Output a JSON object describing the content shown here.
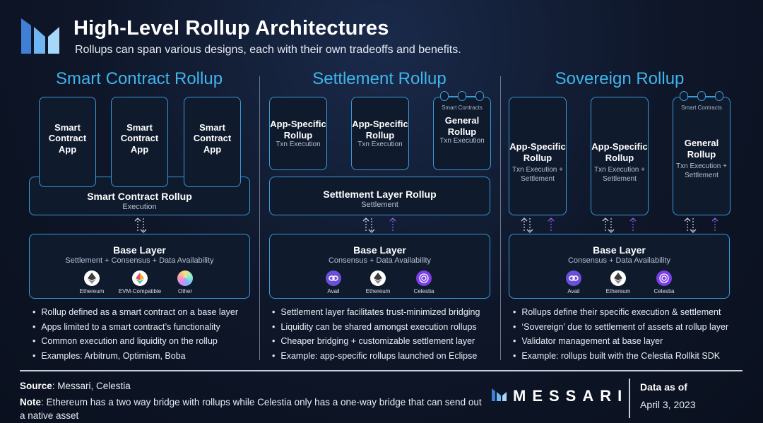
{
  "header": {
    "title": "High-Level Rollup Architectures",
    "subtitle": "Rollups can span various designs, each with their own tradeoffs and benefits."
  },
  "columns": [
    {
      "title": "Smart Contract Rollup",
      "apps": [
        {
          "title": "Smart Contract App"
        },
        {
          "title": "Smart Contract App"
        },
        {
          "title": "Smart Contract App"
        }
      ],
      "middle": {
        "title": "Smart Contract Rollup",
        "sub": "Execution"
      },
      "base": {
        "title": "Base Layer",
        "sub": "Settlement + Consensus + Data Availability",
        "chains": [
          "Ethereum",
          "EVM-Compatible",
          "Other"
        ]
      },
      "bullets": [
        "Rollup defined as a smart contract on a base layer",
        "Apps limited to a smart contract’s functionality",
        "Common execution and liquidity on the rollup",
        "Examples: Arbitrum, Optimism, Boba"
      ]
    },
    {
      "title": "Settlement Rollup",
      "apps": [
        {
          "title": "App-Specific Rollup",
          "sub": "Txn Execution"
        },
        {
          "title": "App-Specific Rollup",
          "sub": "Txn Execution"
        },
        {
          "title": "General Rollup",
          "sub": "Txn Execution",
          "tag": "Smart Contracts"
        }
      ],
      "middle": {
        "title": "Settlement Layer Rollup",
        "sub": "Settlement"
      },
      "base": {
        "title": "Base Layer",
        "sub": "Consensus + Data Availability",
        "chains": [
          "Avail",
          "Ethereum",
          "Celestia"
        ]
      },
      "bullets": [
        "Settlement layer facilitates trust-minimized bridging",
        "Liquidity can be shared amongst execution rollups",
        "Cheaper bridging + customizable settlement layer",
        "Example: app-specific rollups launched on Eclipse"
      ]
    },
    {
      "title": "Sovereign Rollup",
      "apps": [
        {
          "title": "App-Specific Rollup",
          "sub": "Txn Execution + Settlement"
        },
        {
          "title": "App-Specific Rollup",
          "sub": "Txn Execution + Settlement"
        },
        {
          "title": "General Rollup",
          "sub": "Txn Execution + Settlement",
          "tag": "Smart Contracts"
        }
      ],
      "base": {
        "title": "Base Layer",
        "sub": "Consensus + Data Availability",
        "chains": [
          "Avail",
          "Ethereum",
          "Celestia"
        ]
      },
      "bullets": [
        "Rollups define their specific execution & settlement",
        "‘Sovereign’ due to settlement of assets at rollup layer",
        "Validator management at base layer",
        "Example: rollups built with the Celestia Rollkit SDK"
      ]
    }
  ],
  "footer": {
    "source_label": "Source",
    "source_text": ": Messari, Celestia",
    "note_label": "Note",
    "note_text": ": Ethereum has a two way bridge with rollups while Celestia only has a one-way bridge that can send out a native asset",
    "brand": "MESSARI",
    "date_label": "Data as of",
    "date": "April 3, 2023"
  },
  "colors": {
    "accent": "#3fb6ee",
    "box_border": "#3a9ad8",
    "one_way_arrow": "#8a5cf0",
    "ethereum": "#627eea",
    "avail": "#6b4fd8",
    "celestia": "#7b3fe4"
  },
  "icons": [
    "messari-logo-icon",
    "two-way-arrow-icon",
    "one-way-arrow-icon",
    "ethereum-icon",
    "evm-compatible-icon",
    "other-chain-icon",
    "avail-icon",
    "celestia-icon"
  ]
}
